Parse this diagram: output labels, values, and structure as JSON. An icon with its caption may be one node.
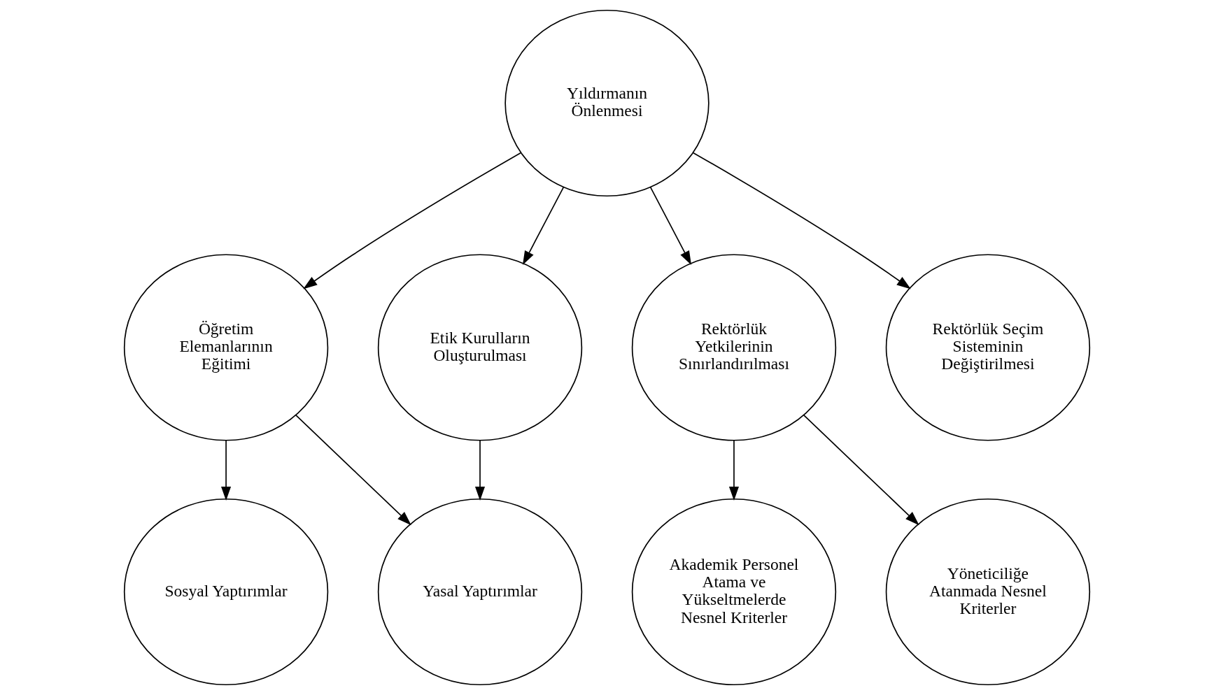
{
  "diagram": {
    "nodes": [
      {
        "text": [
          "Yıldırmanın Önlenmesi"
        ]
      },
      {
        "text": [
          "Öğretim Elemanlarının Eğitimi"
        ]
      },
      {
        "text": [
          "Etik Kurulların Oluşturulması"
        ]
      },
      {
        "text": [
          "Rektörlük Yetkilerinin Sınırlandırılması"
        ]
      },
      {
        "text": [
          "Rektörlük Seçim Sisteminin Değiştirilmesi"
        ]
      },
      {
        "text": [
          "Sosyal Yaptırımlar"
        ]
      },
      {
        "text": [
          "Yasal Yaptırımlar"
        ]
      },
      {
        "text": [
          "Akademik Personel Atama ve Yükseltmelerde Nesnel Kriterler"
        ]
      },
      {
        "text": [
          "Yöneticiliğe Atanmada Nesnel Kriterler"
        ]
      }
    ],
    "edges": [
      {
        "from": 0,
        "to": 1,
        "arrow": "to"
      },
      {
        "from": 0,
        "to": 2,
        "arrow": "to"
      },
      {
        "from": 0,
        "to": 3,
        "arrow": "to"
      },
      {
        "from": 0,
        "to": 4,
        "arrow": "to"
      },
      {
        "from": 1,
        "to": 5,
        "arrow": "to"
      },
      {
        "from": 1,
        "to": 6,
        "arrow": "to"
      },
      {
        "from": 2,
        "to": 6,
        "arrow": "to"
      },
      {
        "from": 3,
        "to": 7,
        "arrow": "to"
      },
      {
        "from": 3,
        "to": 8,
        "arrow": "to"
      }
    ]
  }
}
